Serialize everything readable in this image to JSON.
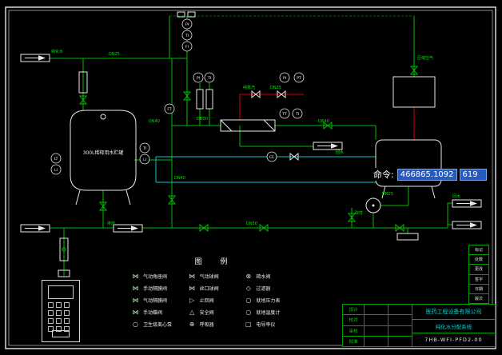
{
  "colors": {
    "pipe_green": "#00bf00",
    "signal_cyan": "#00c8c8",
    "steam_red": "#d00000",
    "tag_green": "#00e000",
    "grid_green": "#00a000",
    "highlight_blue": "#255bc0"
  },
  "overlay": {
    "command_label": "命令:",
    "x_value": "466865.1092",
    "y_value": "619"
  },
  "tank": {
    "label": "300L稀释用水贮罐"
  },
  "instruments": [
    {
      "tag": "PI"
    },
    {
      "tag": "TI"
    },
    {
      "tag": "FI"
    },
    {
      "tag": "FT"
    },
    {
      "tag": "PI"
    },
    {
      "tag": "TI"
    },
    {
      "tag": "PI"
    },
    {
      "tag": "PT"
    },
    {
      "tag": "TT"
    },
    {
      "tag": "TI"
    },
    {
      "tag": "TI"
    },
    {
      "tag": "LI"
    },
    {
      "tag": "LT"
    },
    {
      "tag": "LI"
    },
    {
      "tag": "CE"
    }
  ],
  "pipe_tags": [
    {
      "text": "纯化水"
    },
    {
      "text": "DN25"
    },
    {
      "text": "DN40"
    },
    {
      "text": "DN50"
    },
    {
      "text": "纯蒸汽"
    },
    {
      "text": "DN25"
    },
    {
      "text": "DN40"
    },
    {
      "text": "回水"
    },
    {
      "text": "DN40"
    },
    {
      "text": "DN50"
    },
    {
      "text": "DN25"
    },
    {
      "text": "回水"
    },
    {
      "text": "排放"
    },
    {
      "text": "取样"
    },
    {
      "text": "压缩空气"
    }
  ],
  "legend": {
    "title": "图 例",
    "items": [
      {
        "glyph": "⋈",
        "label": "气动角座阀"
      },
      {
        "glyph": "⋈",
        "label": "手动隔膜阀"
      },
      {
        "glyph": "⋈",
        "label": "气动隔膜阀"
      },
      {
        "glyph": "⋈",
        "label": "手动蝶阀"
      },
      {
        "glyph": "○",
        "label": "卫生级离心泵"
      },
      {
        "glyph": "⋈",
        "label": "气动球阀"
      },
      {
        "glyph": "⋈",
        "label": "丝口球阀"
      },
      {
        "glyph": "▷",
        "label": "止回阀"
      },
      {
        "glyph": "△",
        "label": "安全阀"
      },
      {
        "glyph": "⊕",
        "label": "呼吸器"
      },
      {
        "glyph": "⊗",
        "label": "疏水阀"
      },
      {
        "glyph": "◇",
        "label": "过滤器"
      },
      {
        "glyph": "○",
        "label": "就地压力表"
      },
      {
        "glyph": "○",
        "label": "就地温度计"
      },
      {
        "glyph": "□",
        "label": "电导率仪"
      }
    ]
  },
  "rev_strip": {
    "rows": [
      "标记",
      "处数",
      "更改",
      "签字",
      "日期",
      "版次"
    ]
  },
  "title_block": {
    "left_labels": [
      "设计",
      "校对",
      "审核",
      "批准"
    ],
    "company": "医药工程设备有限公司",
    "project": "纯化水分配系统",
    "drawing_no": "7HB-WFI-PFD2-00"
  }
}
